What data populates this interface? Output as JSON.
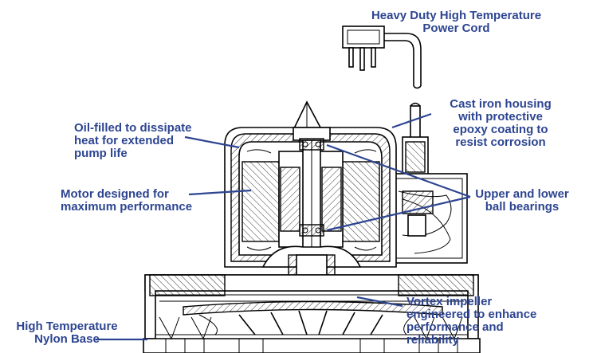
{
  "labels": {
    "power_cord": "Heavy Duty High Temperature\nPower Cord",
    "cast_iron": "Cast iron housing\nwith protective\nepoxy coating to\nresist corrosion",
    "oil_filled": "Oil-filled to dissipate\nheat for extended\npump life",
    "motor": "Motor designed for\nmaximum performance",
    "bearings": "Upper and lower\nball bearings",
    "impeller": "Vortex impeller\nengineered to enhance\nperformance and\nreliability",
    "base": "High Temperature\nNylon Base"
  },
  "colors": {
    "callout": "#2d4591",
    "line_art": "#000000"
  }
}
